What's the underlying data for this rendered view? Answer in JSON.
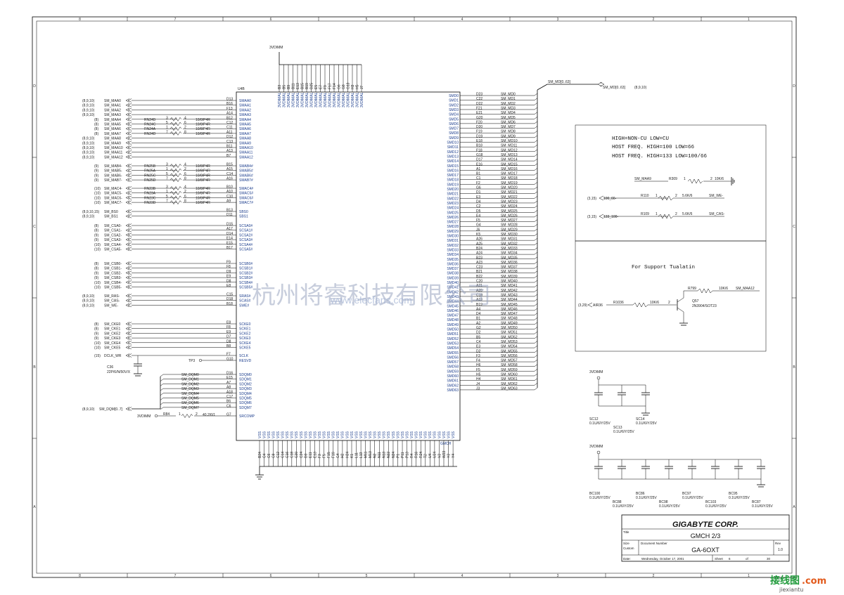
{
  "power": {
    "vdimm": "3VDIMM"
  },
  "chip": {
    "ref": "U4B",
    "top_pins": [
      "B3",
      "B5",
      "B9",
      "B11",
      "E13",
      "B15",
      "B19",
      "D25",
      "E5",
      "E7",
      "F9",
      "F17",
      "F14",
      "G6",
      "G8",
      "G13",
      "H3",
      "H5",
      "J7"
    ],
    "top_pin_name": "3VDIMAL",
    "bottom_pin_names": [
      "VSS",
      "VSS",
      "VSS",
      "VSS",
      "VSS",
      "VSS",
      "VSS",
      "VSS",
      "VSS",
      "VSS",
      "VSS",
      "VSS",
      "VSS",
      "VSS",
      "VSS",
      "VSS",
      "VSS",
      "VSS",
      "VSS",
      "VSS",
      "VSS",
      "VSS",
      "VSS",
      "VSS",
      "VSS",
      "VSS",
      "VSS",
      "VSS",
      "VSS",
      "VSS",
      "VSS",
      "VSS",
      "VSS",
      "VSS",
      "VSS",
      "VSS",
      "VSS",
      "VSS",
      "VSS",
      "VSS",
      "VSS",
      "VSS",
      "VSS"
    ],
    "bottom_pins": [
      "B24",
      "C4",
      "C6",
      "C8",
      "C12",
      "C14",
      "C16",
      "C18",
      "C20",
      "C24",
      "D3",
      "E11",
      "E13",
      "F3",
      "F5",
      "F15",
      "F19",
      "G4",
      "H2",
      "H24",
      "K1",
      "L11",
      "L13",
      "M11",
      "M13",
      "N2",
      "N11",
      "N13",
      "N22",
      "N24",
      "P1",
      "P11",
      "P13",
      "R4",
      "R16",
      "R24",
      "T2",
      "U4",
      "U24",
      "V2",
      "W23",
      "Y2",
      "Y4"
    ],
    "bottom_right_label": "GMCH"
  },
  "left_signals": [
    {
      "ref": "(8,9,10)",
      "net": "SM_MAA0",
      "pin": "D13",
      "port": "SMAA0"
    },
    {
      "ref": "(8,9,10)",
      "net": "SM_MAA1",
      "pin": "B16",
      "port": "SMAA1"
    },
    {
      "ref": "(8,9,10)",
      "net": "SM_MAA2",
      "pin": "F13",
      "port": "SMAA2"
    },
    {
      "ref": "(8,9,10)",
      "net": "SM_MAA3",
      "pin": "A14",
      "port": "SMAA3"
    },
    {
      "ref": "(8)",
      "net": "SM_MAA4",
      "rn": "RN24B",
      "a": "3",
      "b": "4",
      "val": "10/8/P4R",
      "pin": "B12",
      "port": "SMAA4"
    },
    {
      "ref": "(8)",
      "net": "SM_MAA5",
      "rn": "RN24C",
      "a": "5",
      "b": "6",
      "val": "10/8/P4R",
      "pin": "C12",
      "port": "SMAA5"
    },
    {
      "ref": "(8)",
      "net": "SM_MAA6",
      "rn": "RN24A",
      "a": "1",
      "b": "2",
      "val": "10/8/P4R",
      "pin": "C11",
      "port": "SMAA6"
    },
    {
      "ref": "(8)",
      "net": "SM_MAA7",
      "rn": "RN24D",
      "a": "7",
      "b": "8",
      "val": "10/8/P4R",
      "pin": "A11",
      "port": "SMAA7"
    },
    {
      "ref": "(8,9,10)",
      "net": "SM_MAA8",
      "pin": "D12",
      "port": "SMAA8"
    },
    {
      "ref": "(8,9,10)",
      "net": "SM_MAA9",
      "pin": "C13",
      "port": "SMAA9"
    },
    {
      "ref": "(8,9,10)",
      "net": "SM_MAA10",
      "pin": "B11",
      "port": "SMAA10"
    },
    {
      "ref": "(8,9,10)",
      "net": "SM_MAA11",
      "pin": "A13",
      "port": "SMAA11"
    },
    {
      "ref": "(8,9,10)",
      "net": "SM_MAA12",
      "pin": "B7",
      "port": "SMAA12"
    },
    {
      "ref": "(9)",
      "net": "SM_MAB4-",
      "rn": "RN25B",
      "a": "3",
      "b": "4",
      "val": "10/8/P4R",
      "pin": "B15",
      "port": "SMAB4#"
    },
    {
      "ref": "(9)",
      "net": "SM_MAB5-",
      "rn": "RN25A",
      "a": "1",
      "b": "2",
      "val": "10/8/P4R",
      "pin": "A15",
      "port": "SMAB5#"
    },
    {
      "ref": "(9)",
      "net": "SM_MAB6-",
      "rn": "RN25C",
      "a": "5",
      "b": "6",
      "val": "10/8/P4R",
      "pin": "C14",
      "port": "SMAB6#"
    },
    {
      "ref": "(9)",
      "net": "SM_MAB7-",
      "rn": "RN25D",
      "a": "7",
      "b": "8",
      "val": "10/8/P4R",
      "pin": "A16",
      "port": "SMAB7#"
    },
    {
      "ref": "(10)",
      "net": "SM_MAC4-",
      "rn": "RN23B",
      "a": "3",
      "b": "4",
      "val": "10/8/P4R",
      "pin": "B10",
      "port": "SMAC4#"
    },
    {
      "ref": "(10)",
      "net": "SM_MAC5-",
      "rn": "RN23A",
      "a": "1",
      "b": "2",
      "val": "10/8/P4R",
      "pin": "A10",
      "port": "SMAC5#"
    },
    {
      "ref": "(10)",
      "net": "SM_MAC6-",
      "rn": "RN23C",
      "a": "5",
      "b": "6",
      "val": "10/8/P4R",
      "pin": "C10",
      "port": "SMAC6#"
    },
    {
      "ref": "(10)",
      "net": "SM_MAC7-",
      "rn": "RN23D",
      "a": "7",
      "b": "8",
      "val": "10/8/P4R",
      "pin": "A9",
      "port": "SMAC7#"
    },
    {
      "ref": "(8,9,10,15)",
      "net": "SM_BS0",
      "pin": "B13",
      "port": "SBS0"
    },
    {
      "ref": "(8,9,10)",
      "net": "SM_BS1",
      "pin": "D11",
      "port": "SBS1"
    },
    {
      "ref": "(8)",
      "net": "SM_CSA0-",
      "pin": "D15",
      "port": "SCSA0#"
    },
    {
      "ref": "(8)",
      "net": "SM_CSA1-",
      "pin": "A17",
      "port": "SCSA1#"
    },
    {
      "ref": "(9)",
      "net": "SM_CSA2-",
      "pin": "D14",
      "port": "SCSA2#"
    },
    {
      "ref": "(9)",
      "net": "SM_CSA3-",
      "pin": "E14",
      "port": "SCSA3#"
    },
    {
      "ref": "(10)",
      "net": "SM_CSA4-",
      "pin": "E15",
      "port": "SCSA4#"
    },
    {
      "ref": "(10)",
      "net": "SM_CSA5-",
      "pin": "B17",
      "port": "SCSA5#"
    },
    {
      "ref": "(8)",
      "net": "SM_CSB0-",
      "pin": "F9",
      "port": "SCSB0#"
    },
    {
      "ref": "(8)",
      "net": "SM_CSB1-",
      "pin": "F8",
      "port": "SCSB1#"
    },
    {
      "ref": "(9)",
      "net": "SM_CSB2-",
      "pin": "D9",
      "port": "SCSB2#"
    },
    {
      "ref": "(9)",
      "net": "SM_CSB3-",
      "pin": "E9",
      "port": "SCSB3#"
    },
    {
      "ref": "(10)",
      "net": "SM_CSB4-",
      "pin": "D8",
      "port": "SCSB4#"
    },
    {
      "ref": "(10)",
      "net": "SM_CSB5-",
      "pin": "E8",
      "port": "SCSB5#"
    },
    {
      "ref": "(8,9,10)",
      "net": "SM_RAS-",
      "pin": "C15",
      "port": "SRAS#"
    },
    {
      "ref": "(8,9,10)",
      "net": "SM_CAS-",
      "pin": "D18",
      "port": "SCAS#"
    },
    {
      "ref": "(8,9,10)",
      "net": "SM_WE-",
      "pin": "B18",
      "port": "SWE#"
    },
    {
      "ref": "(8)",
      "net": "SM_CKE0",
      "pin": "E8",
      "port": "SCKE0"
    },
    {
      "ref": "(8)",
      "net": "SM_CKE1",
      "pin": "F8",
      "port": "SCKE1"
    },
    {
      "ref": "(9)",
      "net": "SM_CKE2",
      "pin": "E9",
      "port": "SCKE2"
    },
    {
      "ref": "(9)",
      "net": "SM_CKE3",
      "pin": "D7",
      "port": "SCKE3"
    },
    {
      "ref": "(10)",
      "net": "SM_CKE4",
      "pin": "D8",
      "port": "SCKE4"
    },
    {
      "ref": "(10)",
      "net": "SM_CKE5",
      "pin": "B8",
      "port": "SCKE5"
    },
    {
      "ref": "(15)",
      "net": "DCLK_WR",
      "pin": "F7",
      "port": "SCLK"
    },
    {
      "ref": "TP3",
      "net": "",
      "pin": "G10",
      "port": "RESVD"
    }
  ],
  "dqm": {
    "bus": "SM_DQM[0..7]",
    "ref": "(8,9,10)",
    "nets": [
      "SM_DQM0",
      "SM_DQM1",
      "SM_DQM2",
      "SM_DQM3",
      "SM_DQM4",
      "SM_DQM5",
      "SM_DQM6",
      "SM_DQM7"
    ],
    "pins": [
      "D16",
      "E15",
      "A7",
      "A8",
      "A18",
      "C17",
      "B6",
      "C6"
    ],
    "ports": [
      "SDQM0",
      "SDQM1",
      "SDQM2",
      "SDQM3",
      "SDQM4",
      "SDQM5",
      "SDQM6",
      "SDQM7"
    ]
  },
  "srcomp": {
    "res": "R84",
    "val": "40.2/6/1",
    "pin": "G7",
    "port": "SRCOMP"
  },
  "cap_c36": {
    "ref": "C36",
    "val": "22P/6/N/50V/X"
  },
  "md": {
    "ports": [
      "SMD0",
      "SMD1",
      "SMD2",
      "SMD3",
      "SMD4",
      "SMD5",
      "SMD6",
      "SMD7",
      "SMD8",
      "SMD9",
      "SMD10",
      "SMD11",
      "SMD12",
      "SMD13",
      "SMD14",
      "SMD15",
      "SMD16",
      "SMD17",
      "SMD18",
      "SMD19",
      "SMD20",
      "SMD21",
      "SMD22",
      "SMD23",
      "SMD24",
      "SMD25",
      "SMD26",
      "SMD27",
      "SMD28",
      "SMD29",
      "SMD30",
      "SMD31",
      "SMD32",
      "SMD33",
      "SMD34",
      "SMD35",
      "SMD36",
      "SMD37",
      "SMD38",
      "SMD39",
      "SMD40",
      "SMD41",
      "SMD42",
      "SMD43",
      "SMD44",
      "SMD45",
      "SMD46",
      "SMD47",
      "SMD48",
      "SMD49",
      "SMD50",
      "SMD51",
      "SMD52",
      "SMD53",
      "SMD54",
      "SMD55",
      "SMD56",
      "SMD57",
      "SMD58",
      "SMD59",
      "SMD60",
      "SMD61",
      "SMD62",
      "SMD63"
    ],
    "pins": [
      "D23",
      "C22",
      "D22",
      "F21",
      "E21",
      "G20",
      "F20",
      "D20",
      "F19",
      "D19",
      "E18",
      "B18",
      "F18",
      "G18",
      "D17",
      "E16",
      "A1",
      "B1",
      "C1",
      "F2",
      "G6",
      "D1",
      "E3",
      "D4",
      "C2",
      "D5",
      "E4",
      "F5",
      "G4",
      "J6",
      "K5",
      "A26",
      "A25",
      "B24",
      "A24",
      "B23",
      "A23",
      "C23",
      "B21",
      "B22",
      "C20",
      "A21",
      "A20",
      "C19",
      "A19",
      "B19",
      "A4",
      "D4",
      "B1",
      "A2",
      "G2",
      "D2",
      "B5",
      "C4",
      "E3",
      "D2",
      "F3",
      "F4",
      "H6",
      "F5",
      "H5",
      "H4",
      "J4",
      "J3"
    ],
    "nets": [
      "SM_MD0",
      "SM_MD1",
      "SM_MD2",
      "SM_MD3",
      "SM_MD4",
      "SM_MD5",
      "SM_MD6",
      "SM_MD7",
      "SM_MD8",
      "SM_MD9",
      "SM_MD10",
      "SM_MD11",
      "SM_MD12",
      "SM_MD13",
      "SM_MD14",
      "SM_MD15",
      "SM_MD16",
      "SM_MD17",
      "SM_MD18",
      "SM_MD19",
      "SM_MD20",
      "SM_MD21",
      "SM_MD22",
      "SM_MD23",
      "SM_MD24",
      "SM_MD25",
      "SM_MD26",
      "SM_MD27",
      "SM_MD28",
      "SM_MD29",
      "SM_MD30",
      "SM_MD31",
      "SM_MD32",
      "SM_MD33",
      "SM_MD34",
      "SM_MD35",
      "SM_MD36",
      "SM_MD37",
      "SM_MD38",
      "SM_MD39",
      "SM_MD40",
      "SM_MD41",
      "SM_MD42",
      "SM_MD43",
      "SM_MD44",
      "SM_MD45",
      "SM_MD46",
      "SM_MD47",
      "SM_MD48",
      "SM_MD49",
      "SM_MD50",
      "SM_MD51",
      "SM_MD52",
      "SM_MD53",
      "SM_MD54",
      "SM_MD55",
      "SM_MD56",
      "SM_MD57",
      "SM_MD58",
      "SM_MD59",
      "SM_MD60",
      "SM_MD61",
      "SM_MD62",
      "SM_MD63"
    ],
    "bus_left": "SM_MD[0..63]",
    "bus_right": "SM_MD[0..63]",
    "bus_ref": "(8,9,10)"
  },
  "note1": {
    "lines": [
      "HIGH=NON-CU LOW=CU",
      "HOST FREQ. HIGH=100 LOW=66",
      "HOST FREQ. HIGH=133 LOW=100/66"
    ],
    "r309": {
      "ref": "R309",
      "p1": "1",
      "p2": "2",
      "val": "10K/6",
      "net": "SM_MAA9"
    },
    "r110": {
      "ref": "R110",
      "p1": "1",
      "p2": "2",
      "val": "5.6K/6",
      "net": "SM_WE-",
      "in": "100_66-",
      "inref": "(3,15)"
    },
    "r109": {
      "ref": "R109",
      "p1": "1",
      "p2": "2",
      "val": "5.6K/6",
      "net": "SM_CAS-",
      "in": "133_100-",
      "inref": "(3,15)"
    }
  },
  "note2": {
    "title": "For Support Tualatin",
    "r799": {
      "ref": "R799",
      "val": "10K/6",
      "net": "SM_MAA12"
    },
    "r1036": {
      "ref": "R1036",
      "val": "10K/6"
    },
    "q": {
      "ref": "Q57",
      "part": "2N3904/SOT23",
      "pin": "2"
    },
    "in": {
      "ref": "(3,29)",
      "net": "AIR36"
    }
  },
  "caps1": {
    "supply": "3VDIMM",
    "labels": [
      {
        "ref": "SC12",
        "val": "0.1U/6/Y/25V"
      },
      {
        "ref": "SC13",
        "val": "0.1U/6/Y/25V"
      },
      {
        "ref": "SC14",
        "val": "0.1U/6/Y/25V"
      }
    ]
  },
  "caps2": {
    "supply": "3VDIMM",
    "labels": [
      {
        "ref": "BC100",
        "val": "0.1U/6/Y/25V"
      },
      {
        "ref": "BC88",
        "val": "0.1U/6/Y/25V"
      },
      {
        "ref": "BC86",
        "val": "0.1U/6/Y/25V"
      },
      {
        "ref": "BC98",
        "val": "0.1U/6/Y/25V"
      },
      {
        "ref": "BC97",
        "val": "0.1U/6/Y/25V"
      },
      {
        "ref": "BC103",
        "val": "0.1U/6/Y/25V"
      },
      {
        "ref": "BC95",
        "val": "0.1U/6/Y/25V"
      },
      {
        "ref": "BC87",
        "val": "0.1U/6/Y/25V"
      }
    ]
  },
  "title_block": {
    "company": "GIGABYTE CORP.",
    "title_label": "Title",
    "title": "GMCH 2/3",
    "size_label": "Size",
    "size": "Custom",
    "docnum_label": "Document Number",
    "docnum": "GA-6OXT",
    "rev_label": "Rev",
    "rev": "1.0",
    "date_label": "Date:",
    "date": "Wednesday, October 17, 2001",
    "sheet_label": "Sheet",
    "sheet": "6",
    "of_label": "of",
    "total": "30"
  },
  "border": {
    "cols": [
      "8",
      "7",
      "6",
      "5",
      "4",
      "3",
      "2",
      "1"
    ],
    "rows": [
      "D",
      "C",
      "B",
      "A"
    ]
  },
  "watermark": {
    "text": "杭州将睿科技有限公司",
    "url": "www.elecfans.com"
  },
  "logo": {
    "cn": "接线图",
    "dot": ".com",
    "en": "jiexiantu"
  }
}
